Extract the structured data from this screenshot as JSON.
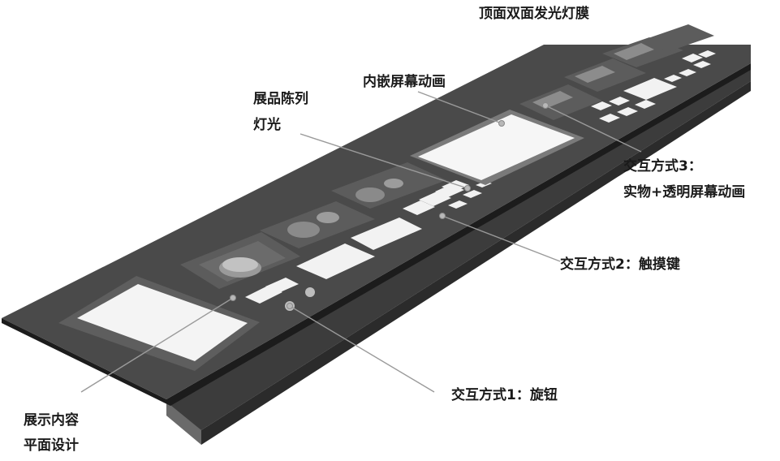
{
  "labels": {
    "top_film": "顶面双面发光灯膜",
    "embedded_screen": "内嵌屏幕动画",
    "exhibit_light_1": "展品陈列",
    "exhibit_light_2": "灯光",
    "interaction_3_title": "交互方式3：",
    "interaction_3_detail": "实物+透明屏幕动画",
    "interaction_2": "交互方式2：触摸键",
    "interaction_1": "交互方式1：旋钮",
    "display_content_1": "展示内容",
    "display_content_2": "平面设计"
  },
  "colors": {
    "panel_top": "#4a4a4a",
    "panel_edge": "#1e1e1e",
    "panel_front": "#555555",
    "base_side": "#3a3a3a",
    "screen": "#f4f4f4",
    "screen_frame": "#7a7a7a",
    "recess": "#5a5a5a",
    "leader": "#9a9a9a"
  }
}
